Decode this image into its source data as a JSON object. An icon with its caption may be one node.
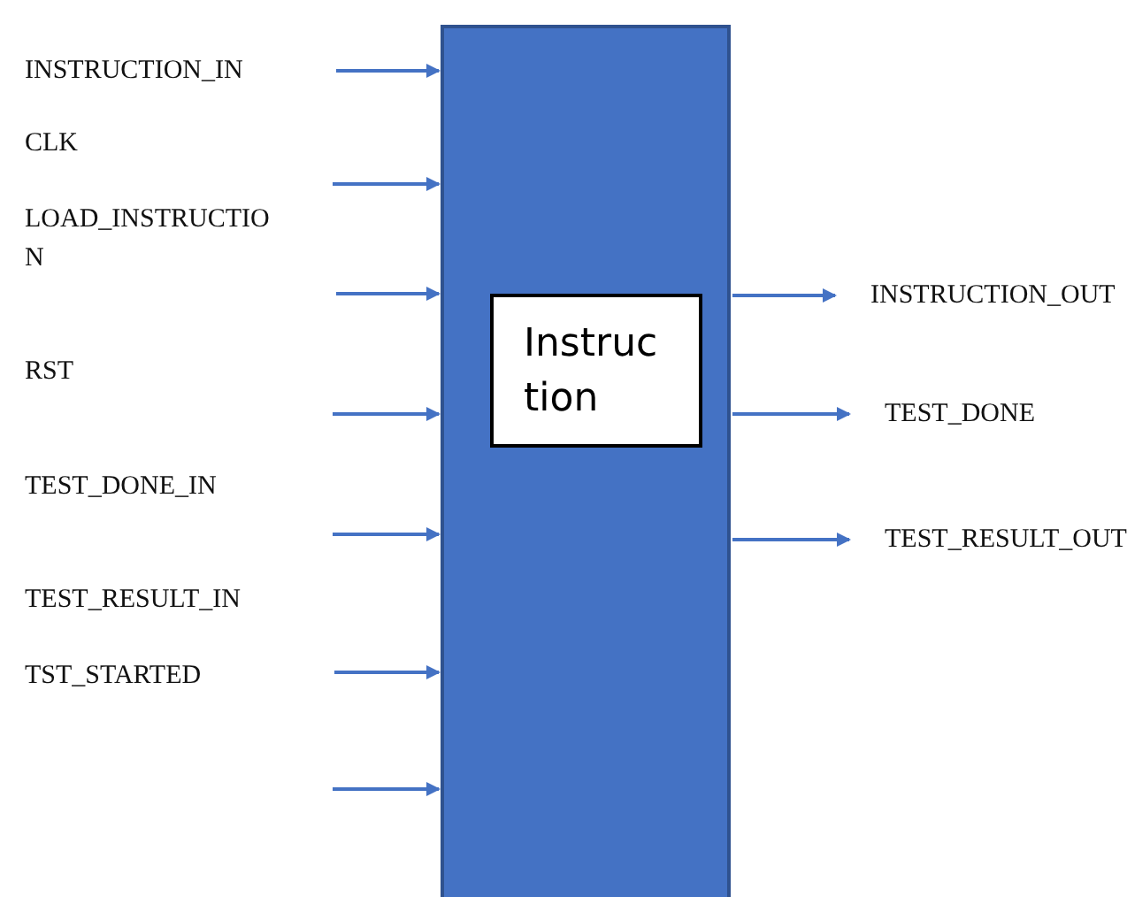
{
  "diagram": {
    "nodes": [
      {
        "text": [],
        "shape": "box"
      },
      {
        "text": [
          "Instruction"
        ],
        "in": 0
      },
      {
        "text": [
          "INSTRUCTION_OUT"
        ]
      },
      {
        "text": [
          "TEST_DONE"
        ]
      },
      {
        "text": [
          "TEST_RESULT_OUT"
        ]
      }
    ],
    "edges": [
      {
        "from": null,
        "to": 0,
        "arrow": "to"
      },
      {
        "from": null,
        "to": 0,
        "arrow": "to"
      },
      {
        "from": null,
        "to": 0,
        "arrow": "to"
      },
      {
        "from": null,
        "to": 0,
        "arrow": "to"
      },
      {
        "from": null,
        "to": 0,
        "arrow": "to"
      },
      {
        "from": null,
        "to": 0,
        "arrow": "to"
      },
      {
        "from": null,
        "to": 0,
        "arrow": "to"
      },
      {
        "from": 0,
        "to": 2,
        "arrow": "to"
      },
      {
        "from": 0,
        "to": 3,
        "arrow": "to"
      },
      {
        "from": 0,
        "to": 4,
        "arrow": "to"
      }
    ],
    "labels": [
      "INSTRUCTION_IN",
      "CLK",
      "LOAD_INSTRUCTION",
      "RST",
      "TEST_DONE_IN",
      "TEST_RESULT_IN",
      "TST_STARTED"
    ]
  }
}
